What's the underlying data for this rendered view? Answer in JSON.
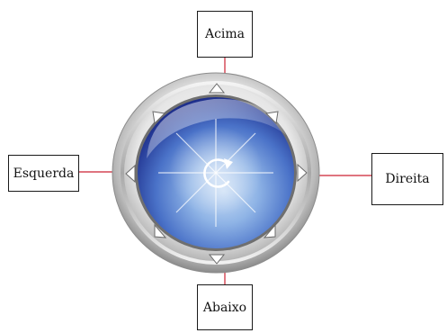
{
  "labels": {
    "up": "Acima",
    "down": "Abaixo",
    "left": "Esquerda",
    "right": "Direita"
  },
  "colors": {
    "connector": "#cc2233",
    "ring_outer": "#c8c8c8",
    "ring_inner": "#9a9a9a",
    "disc_dark": "#1e2f8c",
    "disc_light": "#c9ddf5",
    "box_border": "#1a1a1a"
  },
  "icons": {
    "center": "refresh-icon",
    "arrows": [
      "arrow-up-icon",
      "arrow-down-icon",
      "arrow-left-icon",
      "arrow-right-icon",
      "arrow-up-left-icon",
      "arrow-up-right-icon",
      "arrow-down-left-icon",
      "arrow-down-right-icon"
    ]
  }
}
